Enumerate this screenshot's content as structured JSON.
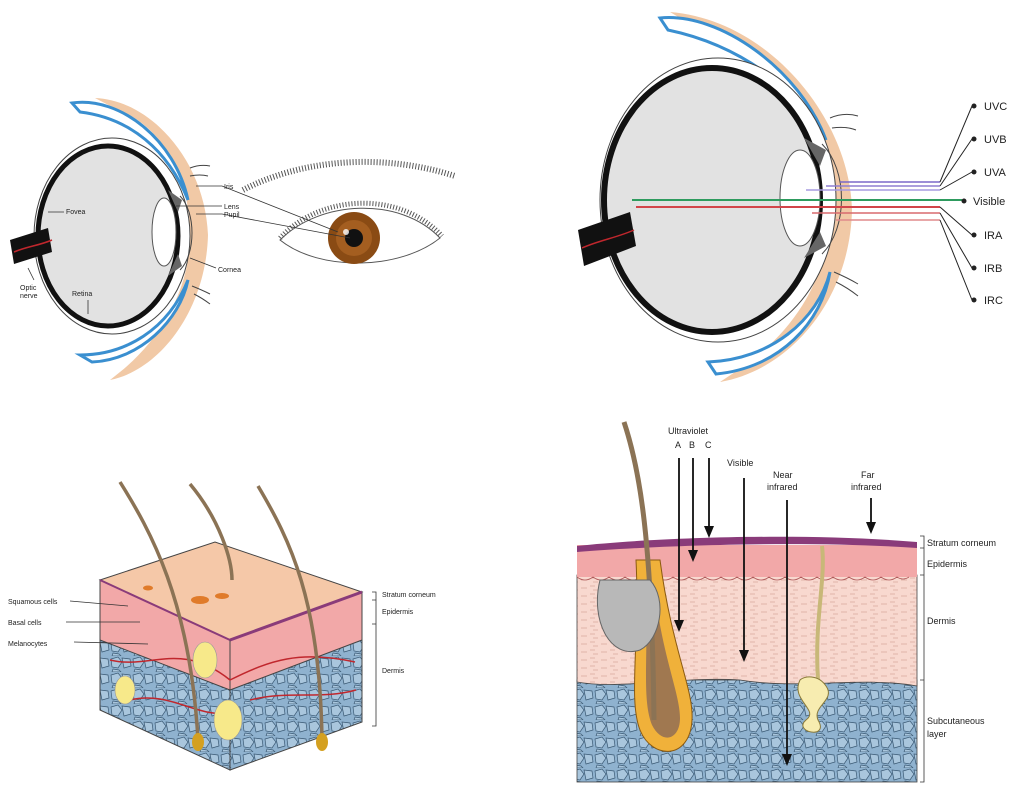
{
  "eye_anatomy": {
    "fovea": "Fovea",
    "retina": "Retina",
    "optic_nerve_line1": "Optic",
    "optic_nerve_line2": "nerve",
    "iris": "Iris",
    "lens": "Lens",
    "pupil": "Pupil",
    "cornea": "Cornea"
  },
  "eye_spectrum": {
    "bands": [
      {
        "label": "UVC",
        "color": "#7b68c8"
      },
      {
        "label": "UVB",
        "color": "#8f7fd0"
      },
      {
        "label": "UVA",
        "color": "#a79be0"
      },
      {
        "label": "Visible",
        "color": "#2e9b5e"
      },
      {
        "label": "IRA",
        "color": "#d2454a"
      },
      {
        "label": "IRB",
        "color": "#d86a6e"
      },
      {
        "label": "IRC",
        "color": "#e08a8c"
      }
    ]
  },
  "skin_anatomy": {
    "left_labels": [
      "Squamous cells",
      "Basal cells",
      "Melanocytes"
    ],
    "right_labels": [
      "Stratum corneum",
      "Epidermis",
      "Dermis"
    ]
  },
  "skin_penetration": {
    "ultraviolet": "Ultraviolet",
    "uv_letters": [
      "A",
      "B",
      "C"
    ],
    "visible": "Visible",
    "near_ir_line1": "Near",
    "near_ir_line2": "infrared",
    "far_ir_line1": "Far",
    "far_ir_line2": "infrared",
    "layers": [
      "Stratum corneum",
      "Epidermis",
      "Dermis",
      "Subcutaneous",
      "layer"
    ]
  },
  "colors": {
    "eyelid_skin": "#f1c9a6",
    "eyelid_blue": "#3a8fd0",
    "sclera": "#111111",
    "vitreous": "#e2e2e2",
    "iris_brown": "#8a4b14",
    "stratum_corneum": "#8a3b7a",
    "epidermis": "#f2a8a8",
    "dermis": "#f8d8cf",
    "subcutaneous": "#8fb2cf",
    "hair_follicle": "#f0b13a"
  }
}
